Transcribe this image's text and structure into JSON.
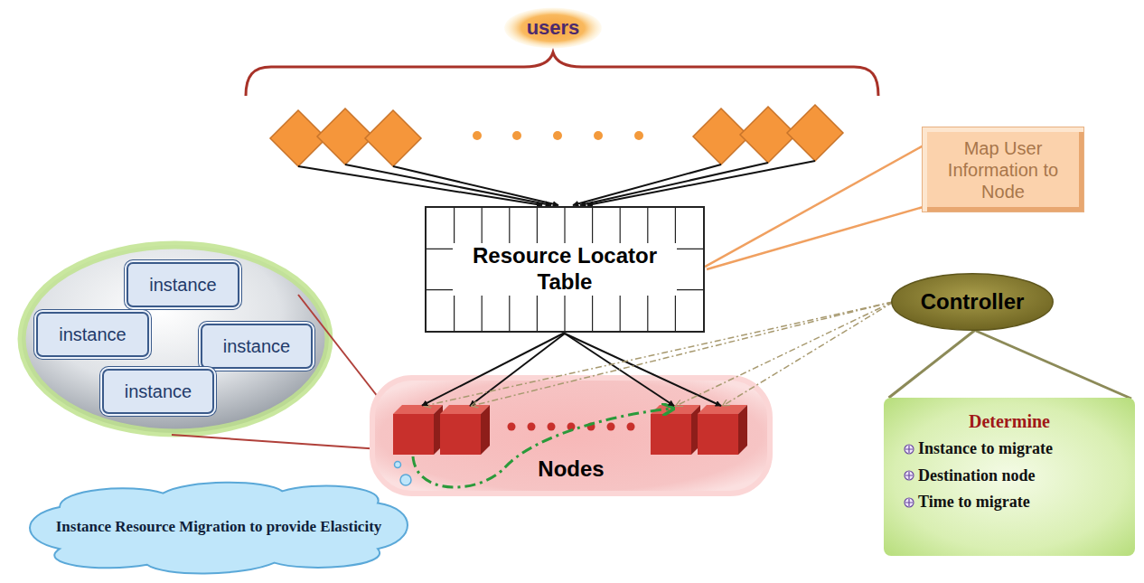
{
  "diagram": {
    "nodes": [
      {
        "text": [
          "users"
        ]
      },
      {
        "text": [
          "Resource Locator Table"
        ]
      },
      {
        "text": [
          "Map User Information to Node"
        ]
      },
      {
        "text": [
          "Controller"
        ]
      },
      {
        "text": [
          "instance"
        ]
      },
      {
        "text": [
          "instance"
        ]
      },
      {
        "text": [
          "instance"
        ]
      },
      {
        "text": [
          "instance"
        ]
      },
      {
        "text": [
          "Nodes"
        ]
      },
      {
        "text": [
          "Determine",
          "Instance to migrate",
          "Destination node",
          "Time to migrate"
        ]
      },
      {
        "text": [
          "Instance Resource Migration to provide Elasticity"
        ]
      }
    ],
    "edges": [
      {
        "from": 2,
        "to": 1,
        "arrow": "none"
      },
      {
        "from": 1,
        "to": 8,
        "arrow": "to"
      },
      {
        "from": 3,
        "to": 8,
        "arrow": "to"
      },
      {
        "from": 3,
        "to": 9,
        "arrow": "none"
      }
    ]
  }
}
